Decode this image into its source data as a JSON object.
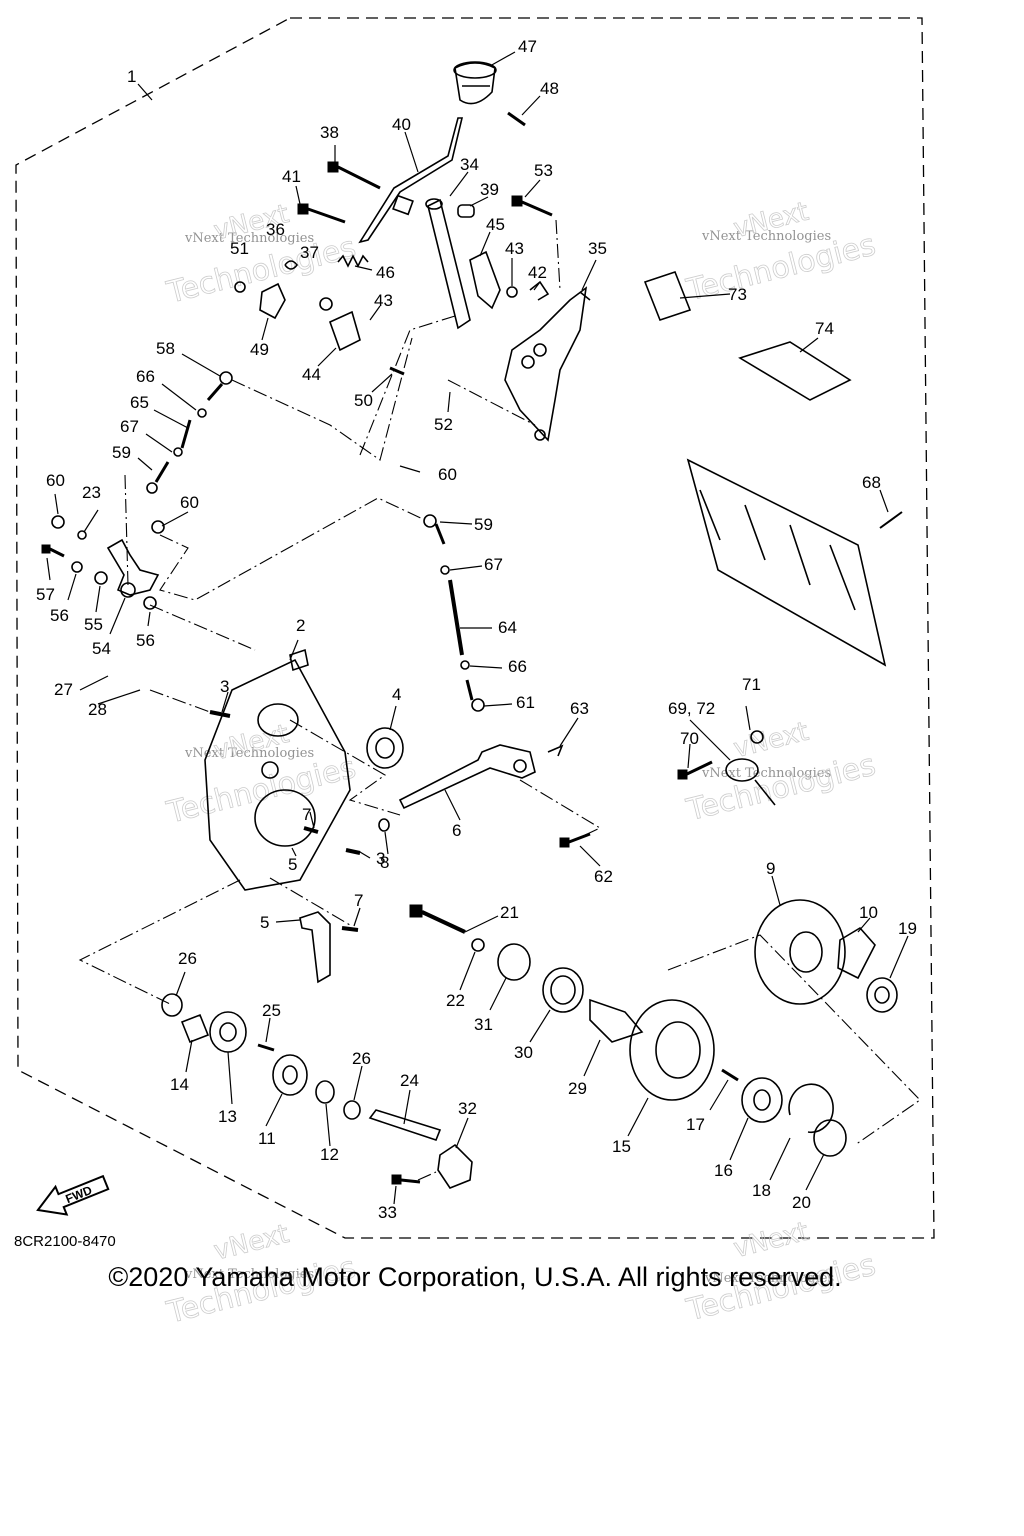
{
  "diagram": {
    "ref_code": "8CR2100-8470",
    "copyright": "©2020 Yamaha Motor Corporation, U.S.A. All rights reserved.",
    "fwd_label": "FWD",
    "watermark_line1": "vNext",
    "watermark_line2": "Technologies",
    "watermark_small": "vNext Technologies",
    "callouts": {
      "c1": "1",
      "c2": "2",
      "c3a": "3",
      "c3b": "3",
      "c4": "4",
      "c5a": "5",
      "c5b": "5",
      "c6": "6",
      "c7a": "7",
      "c7b": "7",
      "c8": "8",
      "c9": "9",
      "c10": "10",
      "c11": "11",
      "c12": "12",
      "c13": "13",
      "c14": "14",
      "c15": "15",
      "c16": "16",
      "c17": "17",
      "c18": "18",
      "c19": "19",
      "c20": "20",
      "c21": "21",
      "c22": "22",
      "c23": "23",
      "c24": "24",
      "c25": "25",
      "c26a": "26",
      "c26b": "26",
      "c27": "27",
      "c28": "28",
      "c29": "29",
      "c30": "30",
      "c31": "31",
      "c32": "32",
      "c33": "33",
      "c34": "34",
      "c35": "35",
      "c36": "36",
      "c37": "37",
      "c38": "38",
      "c39": "39",
      "c40": "40",
      "c41": "41",
      "c42": "42",
      "c43a": "43",
      "c43b": "43",
      "c44": "44",
      "c45": "45",
      "c46": "46",
      "c47": "47",
      "c48": "48",
      "c49": "49",
      "c50": "50",
      "c51": "51",
      "c52": "52",
      "c53": "53",
      "c54": "54",
      "c55": "55",
      "c56a": "56",
      "c56b": "56",
      "c57": "57",
      "c58": "58",
      "c59a": "59",
      "c59b": "59",
      "c60a": "60",
      "c60b": "60",
      "c60c": "60",
      "c61": "61",
      "c62": "62",
      "c63": "63",
      "c64": "64",
      "c65": "65",
      "c66a": "66",
      "c66b": "66",
      "c67a": "67",
      "c67b": "67",
      "c68": "68",
      "c6972": "69, 72",
      "c70": "70",
      "c71": "71",
      "c73": "73",
      "c74": "74"
    }
  }
}
